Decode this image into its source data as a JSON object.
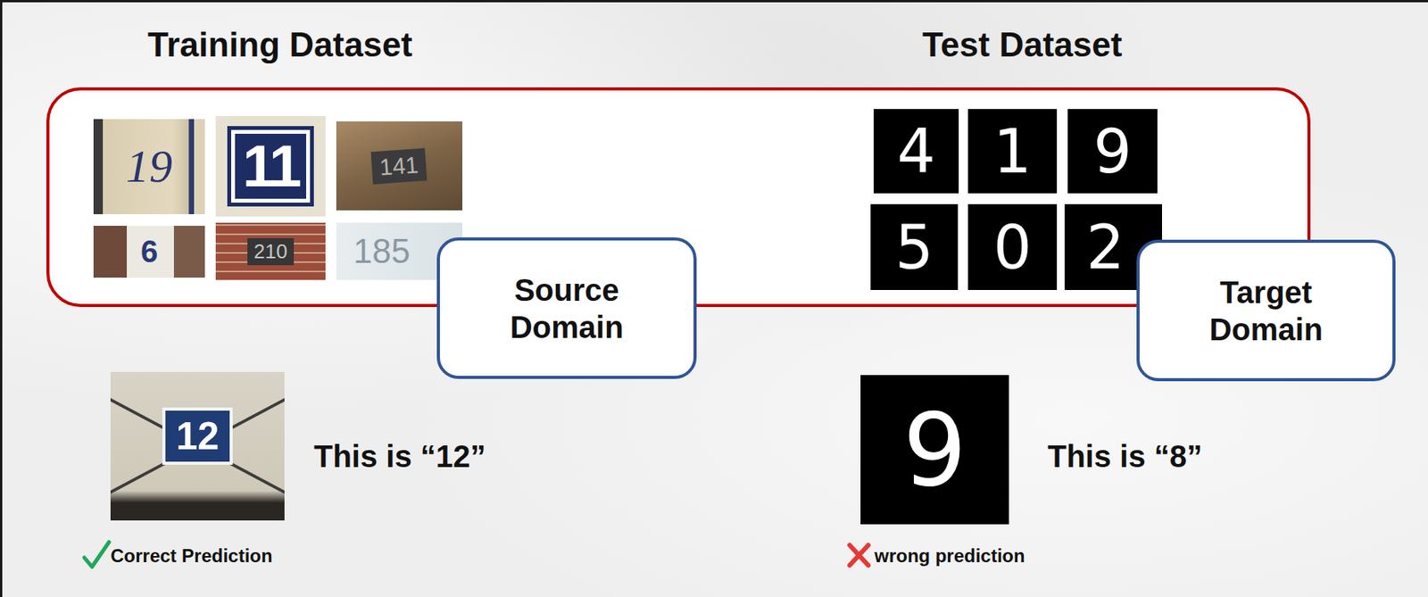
{
  "diagram": {
    "nodes": [
      {
        "text": [
          "Source Domain"
        ]
      },
      {
        "text": [
          "Target Domain"
        ]
      }
    ],
    "labels": [
      "Training Dataset",
      "Test Dataset",
      "19",
      "11",
      "141",
      "6",
      "210",
      "185",
      "4",
      "1",
      "9",
      "5",
      "0",
      "2",
      "12",
      "This is “12”",
      "9",
      "This is “8”",
      "Correct Prediction",
      "wrong prediction"
    ]
  }
}
